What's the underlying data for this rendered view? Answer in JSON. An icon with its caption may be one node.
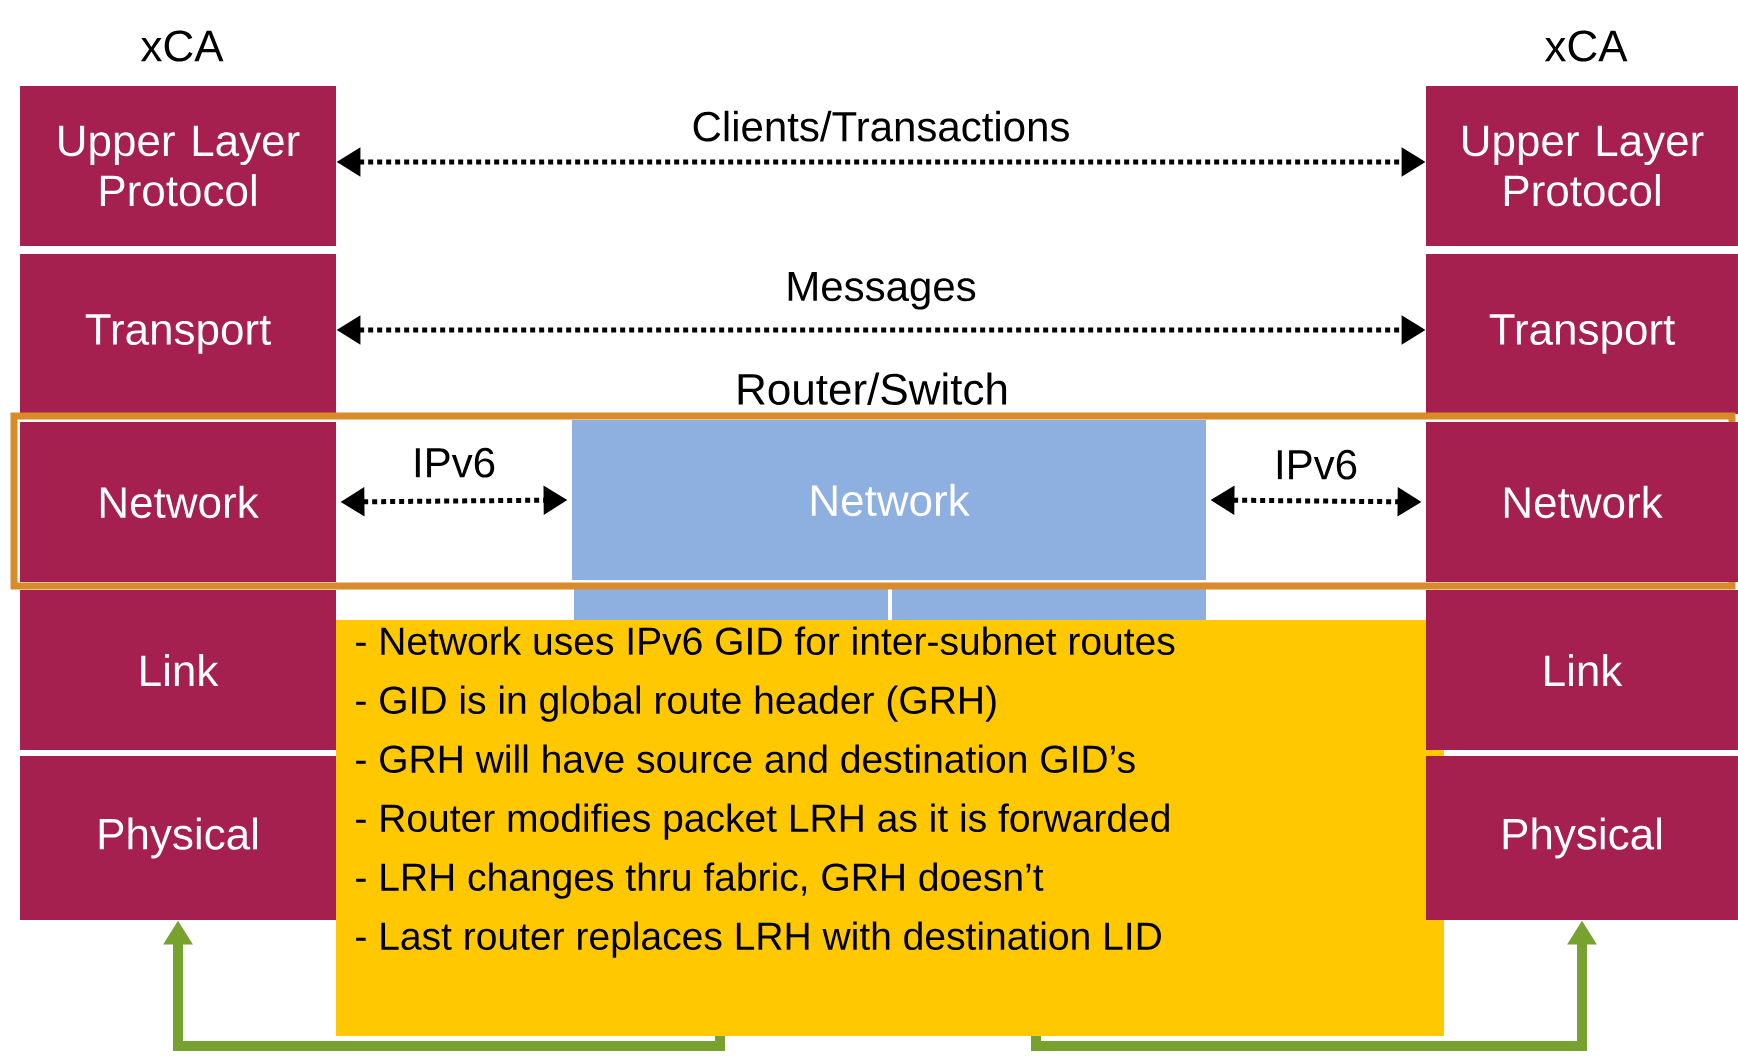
{
  "diagram": {
    "nodes": [
      {
        "text": [
          "Upper Layer Protocol"
        ],
        "beside": [
          "xCA"
        ]
      },
      {
        "text": [
          "Upper Layer Protocol"
        ],
        "beside": [
          "xCA"
        ]
      },
      {
        "text": [
          "Transport"
        ]
      },
      {
        "text": [
          "Transport"
        ]
      },
      {
        "text": [
          "Router/Switch"
        ]
      },
      {
        "text": [
          "Network"
        ],
        "in": 4
      },
      {
        "text": [
          "Network"
        ],
        "in": 4
      },
      {
        "text": [
          "Network"
        ],
        "in": 4
      },
      {
        "text": [
          "Link"
        ]
      },
      {
        "text": [
          "- Network uses IPv6 GID for inter-subnet routes",
          "- GID is in global route header (GRH)",
          "- GRH will have source and destination GID’s",
          "- Router modifies packet LRH as it is forwarded",
          "- LRH changes thru fabric, GRH doesn’t",
          "- Last router replaces LRH with destination LID"
        ]
      },
      {
        "text": [
          "Link"
        ]
      },
      {
        "text": [
          "Physical"
        ]
      },
      {
        "text": [
          "Physical"
        ]
      },
      {
        "text": [],
        "shape": "box"
      },
      {
        "text": [],
        "shape": "box"
      }
    ],
    "edges": [
      {
        "from": 0,
        "to": 1,
        "arrow": "both",
        "label": "Clients/Transactions",
        "style": "dashed"
      },
      {
        "from": 2,
        "to": 3,
        "arrow": "both",
        "label": "Messages",
        "style": "dashed"
      },
      {
        "from": 5,
        "to": 6,
        "arrow": "both",
        "label": "IPv6",
        "style": "dashed"
      },
      {
        "from": 6,
        "to": 7,
        "arrow": "both",
        "label": "IPv6",
        "style": "dashed"
      },
      {
        "from": 9,
        "to": 11,
        "arrow": "to",
        "style": "thick",
        "color": "#78a22f"
      },
      {
        "from": 9,
        "to": 12,
        "arrow": "to",
        "style": "thick",
        "color": "#78a22f"
      }
    ]
  }
}
